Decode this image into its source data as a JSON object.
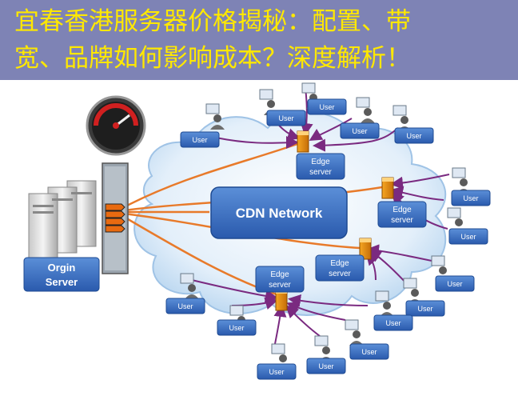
{
  "banner": {
    "line1": "宜春香港服务器价格揭秘：配置、带",
    "line2": "宽、品牌如何影响成本？深度解析！"
  },
  "diagram": {
    "network_label": "CDN Network",
    "origin_label_1": "Orgin",
    "origin_label_2": "Server",
    "edge_label_1": "Edge",
    "edge_label_2": "server",
    "user_label": "User"
  },
  "colors": {
    "banner_bg": "#7e83b5",
    "banner_text": "#ffe800",
    "network_box": "#2f63b8",
    "label_box": "#2d5fb4",
    "user_line": "#7a2a80",
    "origin_line": "#e87a2a",
    "cloud": "#cfe4f7"
  }
}
